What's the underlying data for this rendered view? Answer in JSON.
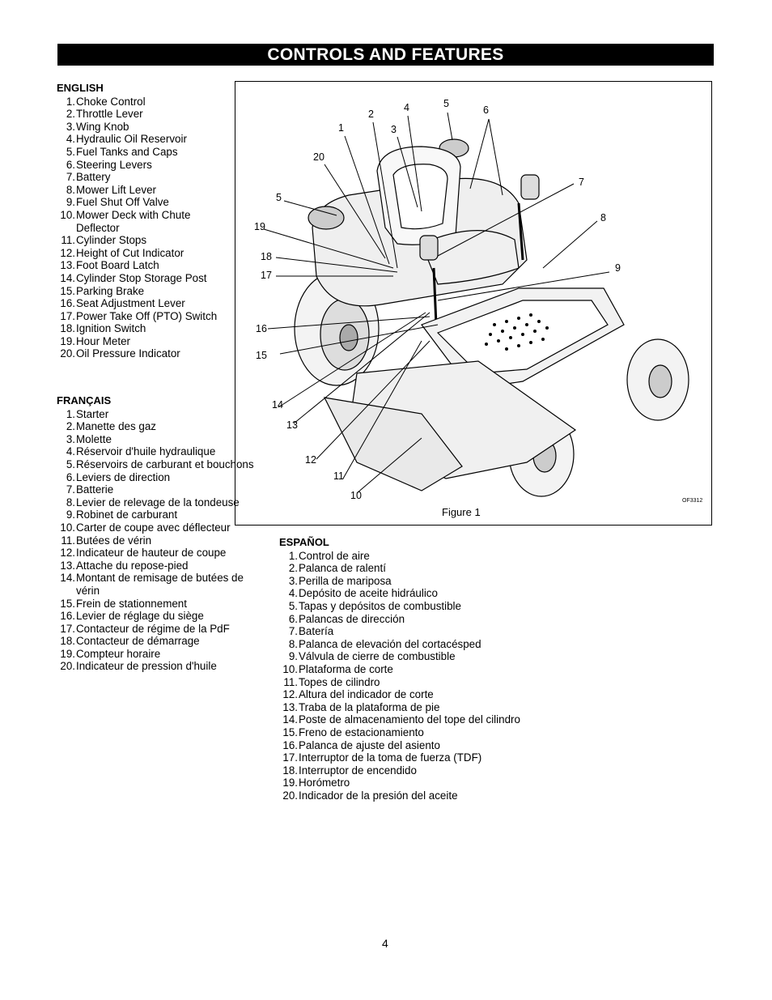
{
  "header": {
    "title": "CONTROLS AND FEATURES"
  },
  "english": {
    "heading": "ENGLISH",
    "items": [
      {
        "num": "1.",
        "text": "Choke Control"
      },
      {
        "num": "2.",
        "text": "Throttle Lever"
      },
      {
        "num": "3.",
        "text": "Wing Knob"
      },
      {
        "num": "4.",
        "text": "Hydraulic Oil Reservoir"
      },
      {
        "num": "5.",
        "text": "Fuel Tanks and Caps"
      },
      {
        "num": "6.",
        "text": "Steering Levers"
      },
      {
        "num": "7.",
        "text": "Battery"
      },
      {
        "num": "8.",
        "text": "Mower Lift Lever"
      },
      {
        "num": "9.",
        "text": "Fuel Shut Off Valve"
      },
      {
        "num": "10.",
        "text": "Mower Deck with Chute Deflector"
      },
      {
        "num": "11.",
        "text": "Cylinder Stops"
      },
      {
        "num": "12.",
        "text": "Height of Cut Indicator"
      },
      {
        "num": "13.",
        "text": "Foot Board Latch"
      },
      {
        "num": "14.",
        "text": "Cylinder Stop Storage Post"
      },
      {
        "num": "15.",
        "text": "Parking Brake"
      },
      {
        "num": "16.",
        "text": "Seat Adjustment Lever"
      },
      {
        "num": "17.",
        "text": "Power Take Off (PTO) Switch"
      },
      {
        "num": "18.",
        "text": "Ignition Switch"
      },
      {
        "num": "19.",
        "text": "Hour Meter"
      },
      {
        "num": "20.",
        "text": "Oil Pressure Indicator"
      }
    ]
  },
  "francais": {
    "heading": "FRANÇAIS",
    "items": [
      {
        "num": "1.",
        "text": "Starter"
      },
      {
        "num": "2.",
        "text": "Manette des gaz"
      },
      {
        "num": "3.",
        "text": "Molette"
      },
      {
        "num": "4.",
        "text": "Réservoir d'huile hydraulique"
      },
      {
        "num": "5.",
        "text": "Réservoirs de carburant et bouchons"
      },
      {
        "num": "6.",
        "text": "Leviers de direction"
      },
      {
        "num": "7.",
        "text": "Batterie"
      },
      {
        "num": "8.",
        "text": "Levier de relevage de la tondeuse"
      },
      {
        "num": "9.",
        "text": "Robinet de carburant"
      },
      {
        "num": "10.",
        "text": "Carter de coupe avec déflecteur"
      },
      {
        "num": "11.",
        "text": "Butées de vérin"
      },
      {
        "num": "12.",
        "text": "Indicateur de hauteur de coupe"
      },
      {
        "num": "13.",
        "text": "Attache du repose-pied"
      },
      {
        "num": "14.",
        "text": "Montant de remisage de butées de vérin"
      },
      {
        "num": "15.",
        "text": "Frein de stationnement"
      },
      {
        "num": "16.",
        "text": "Levier de réglage du siège"
      },
      {
        "num": "17.",
        "text": "Contacteur de régime de la PdF"
      },
      {
        "num": "18.",
        "text": "Contacteur de démarrage"
      },
      {
        "num": "19.",
        "text": "Compteur horaire"
      },
      {
        "num": "20.",
        "text": "Indicateur de pression d'huile"
      }
    ]
  },
  "espanol": {
    "heading": "ESPAÑOL",
    "items": [
      {
        "num": "1.",
        "text": "Control de aire"
      },
      {
        "num": "2.",
        "text": "Palanca de ralentí"
      },
      {
        "num": "3.",
        "text": "Perilla de mariposa"
      },
      {
        "num": "4.",
        "text": "Depósito de aceite hidráulico"
      },
      {
        "num": "5.",
        "text": "Tapas y depósitos de combustible"
      },
      {
        "num": "6.",
        "text": "Palancas de dirección"
      },
      {
        "num": "7.",
        "text": "Batería"
      },
      {
        "num": "8.",
        "text": "Palanca de elevación del cortacésped"
      },
      {
        "num": "9.",
        "text": "Válvula de cierre de combustible"
      },
      {
        "num": "10.",
        "text": "Plataforma de corte"
      },
      {
        "num": "11.",
        "text": "Topes de cilindro"
      },
      {
        "num": "12.",
        "text": "Altura del indicador de corte"
      },
      {
        "num": "13.",
        "text": "Traba de la plataforma de pie"
      },
      {
        "num": "14.",
        "text": "Poste de almacenamiento del tope del cilindro"
      },
      {
        "num": "15.",
        "text": "Freno de estacionamiento"
      },
      {
        "num": "16.",
        "text": "Palanca de ajuste del asiento"
      },
      {
        "num": "17.",
        "text": "Interruptor de la toma de fuerza (TDF)"
      },
      {
        "num": "18.",
        "text": "Interruptor de encendido"
      },
      {
        "num": "19.",
        "text": "Horómetro"
      },
      {
        "num": "20.",
        "text": "Indicador de la presión del aceite"
      }
    ]
  },
  "figure": {
    "caption": "Figure 1",
    "code": "OF3312",
    "callouts": [
      "1",
      "2",
      "3",
      "4",
      "5",
      "6",
      "7",
      "8",
      "9",
      "10",
      "11",
      "12",
      "13",
      "14",
      "15",
      "16",
      "17",
      "18",
      "19",
      "20"
    ],
    "callout_5b": "5"
  },
  "page_number": "4"
}
